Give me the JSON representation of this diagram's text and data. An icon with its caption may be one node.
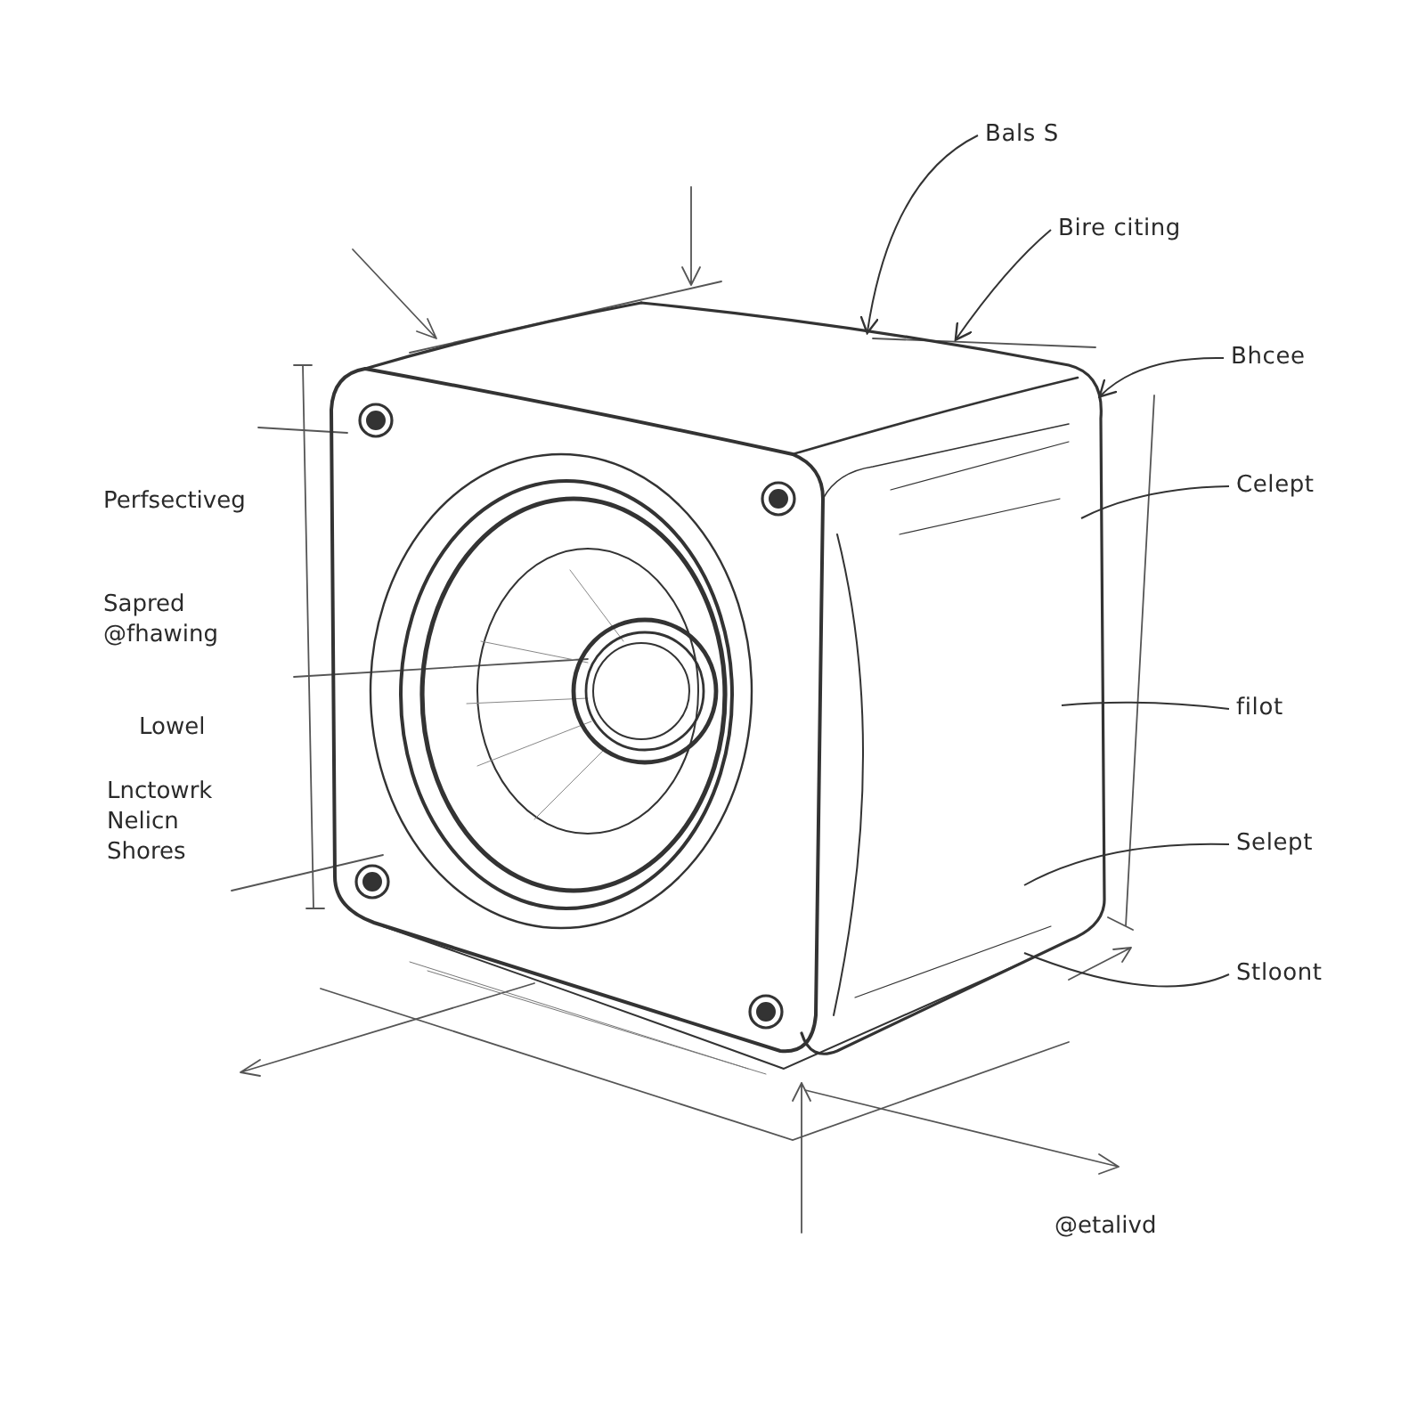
{
  "diagram": {
    "nodes": [
      {
        "text": [
          "Bals S"
        ]
      },
      {
        "text": [
          "Bire citing"
        ]
      },
      {
        "text": [
          "Bhcee"
        ]
      },
      {
        "text": [
          "Celept"
        ]
      },
      {
        "text": [
          "filot"
        ]
      },
      {
        "text": [
          "Selept"
        ]
      },
      {
        "text": [
          "Stloont"
        ]
      }
    ],
    "edges": [
      {
        "from": 0,
        "to": null,
        "arrow": "to"
      },
      {
        "from": 1,
        "to": null,
        "arrow": "to"
      },
      {
        "from": 2,
        "to": null,
        "arrow": "to"
      },
      {
        "from": 3,
        "to": null,
        "arrow": "none"
      },
      {
        "from": 4,
        "to": null,
        "arrow": "none"
      },
      {
        "from": 5,
        "to": null,
        "arrow": "none"
      },
      {
        "from": 6,
        "to": null,
        "arrow": "none"
      }
    ],
    "labels": [
      "Perfsectiveg",
      "Sapred @fhawing",
      "Lowel",
      "Lnctowrk Nelicn Shores",
      "@etalivd"
    ]
  }
}
